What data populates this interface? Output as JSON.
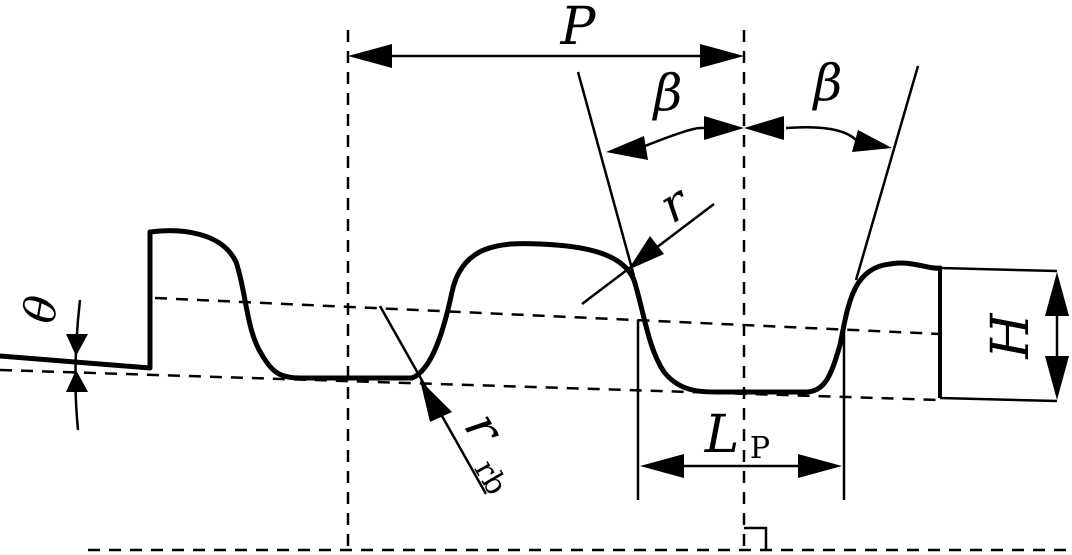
{
  "labels": {
    "pitch": "P",
    "beta_left": "β",
    "beta_right": "β",
    "radius": "r",
    "root_radius_main": "r",
    "root_radius_sub": "rb",
    "theta": "θ",
    "height": "H",
    "land_length_main": "L",
    "land_length_sub": "P"
  }
}
